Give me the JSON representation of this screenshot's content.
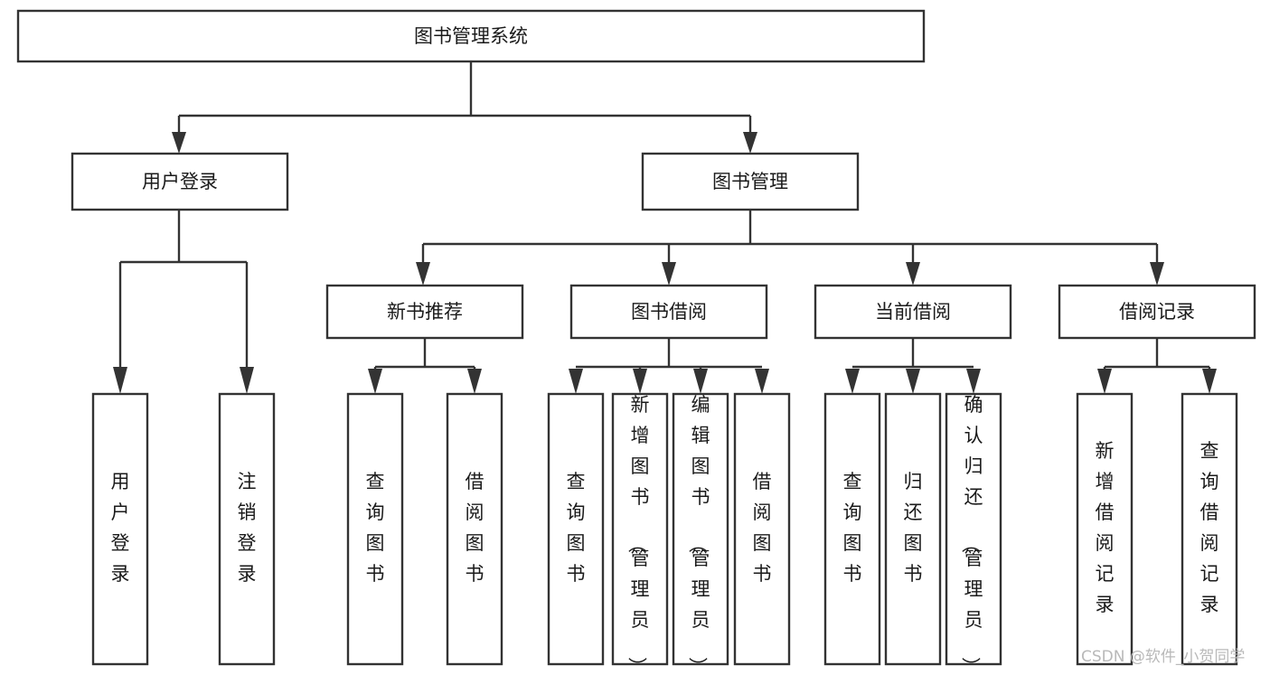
{
  "diagram": {
    "type": "tree-hierarchy-chart",
    "title": "图书管理系统",
    "orientation": "top-down",
    "colors": {
      "box_stroke": "#333333",
      "box_fill": "#ffffff",
      "text": "#1a1a1a",
      "background": "#ffffff",
      "watermark": "#b9b9b9"
    },
    "root": {
      "label": "图书管理系统",
      "name": "root-node"
    },
    "level2": [
      {
        "label": "用户登录",
        "name": "node-user-login"
      },
      {
        "label": "图书管理",
        "name": "node-book-management"
      }
    ],
    "level3": [
      {
        "label": "新书推荐",
        "name": "node-new-book-recommend"
      },
      {
        "label": "图书借阅",
        "name": "node-book-borrow"
      },
      {
        "label": "当前借阅",
        "name": "node-current-borrow"
      },
      {
        "label": "借阅记录",
        "name": "node-borrow-record"
      }
    ],
    "leaves": {
      "user_login": [
        {
          "label": "用户登录",
          "name": "leaf-user-login"
        },
        {
          "label": "注销登录",
          "name": "leaf-user-logout"
        }
      ],
      "new_book_recommend": [
        {
          "label": "查询图书",
          "name": "leaf-query-book-1"
        },
        {
          "label": "借阅图书",
          "name": "leaf-borrow-book-1"
        }
      ],
      "book_borrow": [
        {
          "label": "查询图书",
          "name": "leaf-query-book-2"
        },
        {
          "label": "新增图书（管理员）",
          "name": "leaf-add-book-admin"
        },
        {
          "label": "编辑图书（管理员）",
          "name": "leaf-edit-book-admin"
        },
        {
          "label": "借阅图书",
          "name": "leaf-borrow-book-2"
        }
      ],
      "current_borrow": [
        {
          "label": "查询图书",
          "name": "leaf-query-book-3"
        },
        {
          "label": "归还图书",
          "name": "leaf-return-book"
        },
        {
          "label": "确认归还（管理员）",
          "name": "leaf-confirm-return-admin"
        }
      ],
      "borrow_record": [
        {
          "label": "新增借阅记录",
          "name": "leaf-add-borrow-record"
        },
        {
          "label": "查询借阅记录",
          "name": "leaf-query-borrow-record"
        }
      ]
    },
    "watermark": "CSDN @软件_小贺同学"
  }
}
